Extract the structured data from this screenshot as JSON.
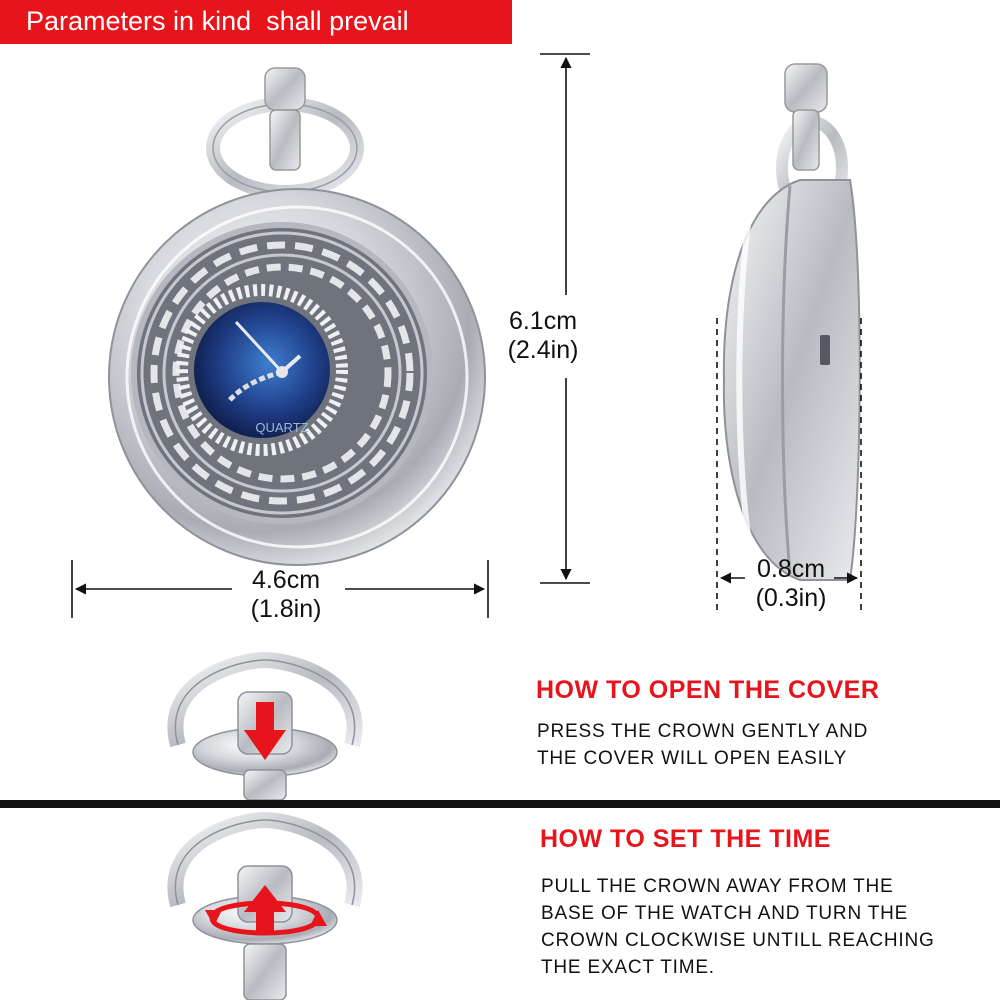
{
  "banner": {
    "text": "Parameters in kind  shall prevail"
  },
  "dimensions": {
    "height": {
      "metric": "6.1cm",
      "imperial": "(2.4in)"
    },
    "width": {
      "metric": "4.6cm",
      "imperial": "(1.8in)"
    },
    "thickness": {
      "metric": "0.8cm",
      "imperial": "(0.3in)"
    }
  },
  "dial_brand": "QUARTZ",
  "open_cover": {
    "title": "HOW TO OPEN THE COVER",
    "lines": [
      "PRESS THE CROWN GENTLY AND",
      "THE COVER WILL OPEN EASILY"
    ]
  },
  "set_time": {
    "title": "HOW TO SET THE TIME",
    "lines": [
      "PULL THE CROWN AWAY FROM THE",
      "BASE OF THE WATCH AND TURN THE",
      "CROWN CLOCKWISE UNTILL REACHING",
      "THE EXACT TIME."
    ]
  },
  "colors": {
    "accent": "#e8141b",
    "text": "#111111",
    "silver": "#c9cbd0",
    "dial_blue": "#1f3d86"
  }
}
